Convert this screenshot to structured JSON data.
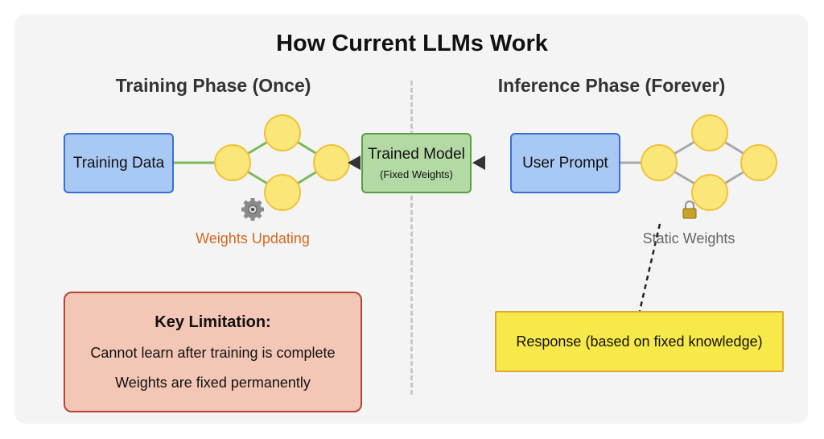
{
  "title": "How Current LLMs Work",
  "training": {
    "heading": "Training Phase (Once)",
    "data_label": "Training Data",
    "caption": "Weights Updating",
    "icon": "gear-icon"
  },
  "model": {
    "label": "Trained Model",
    "sublabel": "(Fixed Weights)"
  },
  "inference": {
    "heading": "Inference Phase (Forever)",
    "prompt_label": "User Prompt",
    "caption": "Static Weights",
    "icon": "lock-icon",
    "response": "Response (based on fixed knowledge)"
  },
  "limitation": {
    "heading": "Key Limitation:",
    "line1": "Cannot learn after training is complete",
    "line2": "Weights are fixed permanently"
  },
  "colors": {
    "training_edge": "#7cb85a",
    "inference_edge": "#a8a8a8",
    "node_fill": "#fbe67a",
    "node_stroke": "#f0c23a"
  }
}
